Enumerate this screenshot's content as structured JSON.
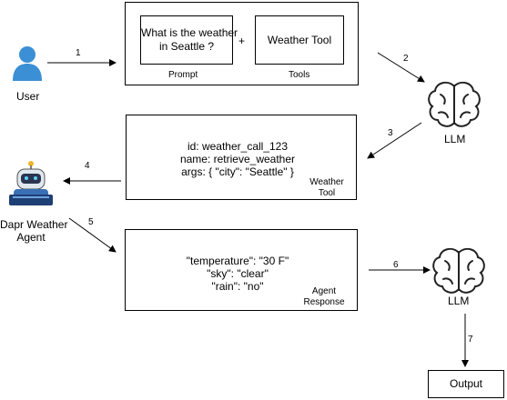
{
  "actors": {
    "user": "User",
    "agent_line1": "Dapr Weather",
    "agent_line2": "Agent",
    "llm_top": "LLM",
    "llm_bottom": "LLM"
  },
  "request_box": {
    "prompt_line1": "What is the weather",
    "prompt_line2": "in Seattle ?",
    "plus": "+",
    "tool_text": "Weather Tool",
    "prompt_caption": "Prompt",
    "tools_caption": "Tools"
  },
  "tool_call_box": {
    "line1": "id: weather_call_123",
    "line2": "name: retrieve_weather",
    "line3": "args: { \"city\": \"Seattle\" }",
    "caption_line1": "Weather",
    "caption_line2": "Tool"
  },
  "response_box": {
    "line1": "\"temperature\": \"30 F\"",
    "line2": "\"sky\": \"clear\"",
    "line3": "\"rain\": \"no\"",
    "caption_line1": "Agent",
    "caption_line2": "Response"
  },
  "output_box": {
    "label": "Output"
  },
  "steps": [
    "1",
    "2",
    "3",
    "4",
    "5",
    "6",
    "7"
  ],
  "colors": {
    "user_icon": "#3b8fd4",
    "brain": "#222222",
    "robot_body": "#3a6fb5",
    "robot_head": "#dfe7ef",
    "robot_accent": "#f0b429"
  }
}
